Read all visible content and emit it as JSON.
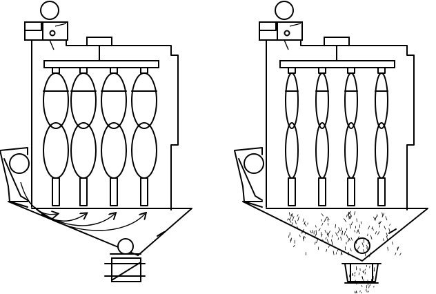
{
  "figure": {
    "panels": [
      {
        "id": "left",
        "state": "bags-inflated",
        "bag_count": 4,
        "airflow_arrows": true,
        "dust_fall": false
      },
      {
        "id": "right",
        "state": "bags-collapsed",
        "bag_count": 4,
        "airflow_arrows": false,
        "dust_fall": true
      }
    ]
  }
}
